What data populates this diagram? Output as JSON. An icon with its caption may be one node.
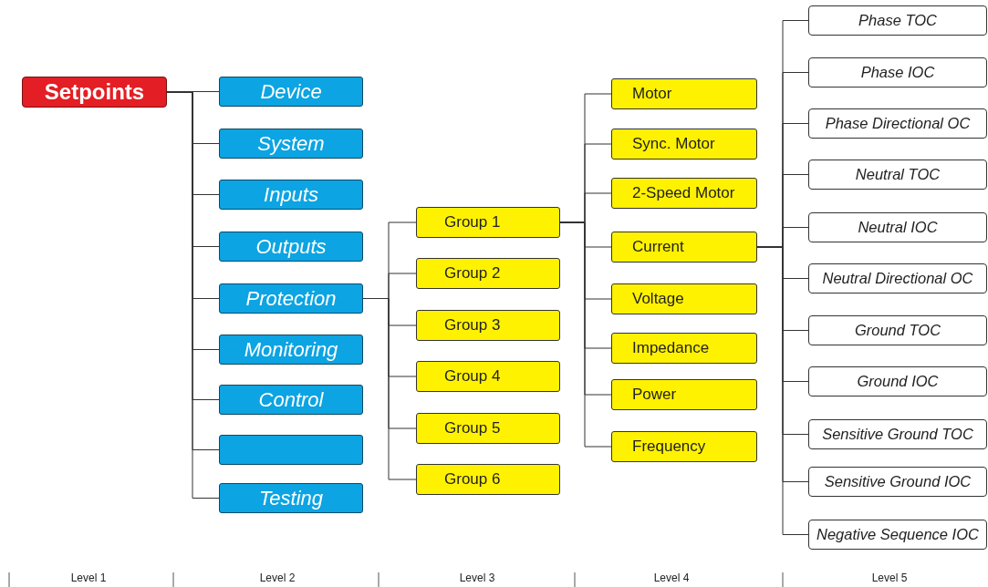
{
  "diagram": {
    "nodes": [
      {
        "text": [
          "Setpoints"
        ]
      },
      {
        "text": [
          "Device"
        ]
      },
      {
        "text": [
          "System"
        ]
      },
      {
        "text": [
          "Inputs"
        ]
      },
      {
        "text": [
          "Outputs"
        ]
      },
      {
        "text": [
          "Protection"
        ]
      },
      {
        "text": [
          "Monitoring"
        ]
      },
      {
        "text": [
          "Control"
        ]
      },
      {
        "text": [],
        "shape": "box"
      },
      {
        "text": [
          "Testing"
        ]
      },
      {
        "text": [
          "Group 1"
        ]
      },
      {
        "text": [
          "Group 2"
        ]
      },
      {
        "text": [
          "Group 3"
        ]
      },
      {
        "text": [
          "Group 4"
        ]
      },
      {
        "text": [
          "Group 5"
        ]
      },
      {
        "text": [
          "Group 6"
        ]
      },
      {
        "text": [
          "Motor"
        ]
      },
      {
        "text": [
          "Sync. Motor"
        ]
      },
      {
        "text": [
          "2-Speed Motor"
        ]
      },
      {
        "text": [
          "Current"
        ]
      },
      {
        "text": [
          "Voltage"
        ]
      },
      {
        "text": [
          "Impedance"
        ]
      },
      {
        "text": [
          "Power"
        ]
      },
      {
        "text": [
          "Frequency"
        ]
      },
      {
        "text": [
          "Phase TOC"
        ]
      },
      {
        "text": [
          "Phase IOC"
        ]
      },
      {
        "text": [
          "Phase Directional OC"
        ]
      },
      {
        "text": [
          "Neutral TOC"
        ]
      },
      {
        "text": [
          "Neutral IOC"
        ]
      },
      {
        "text": [
          "Neutral Directional OC"
        ]
      },
      {
        "text": [
          "Ground TOC"
        ]
      },
      {
        "text": [
          "Ground IOC"
        ]
      },
      {
        "text": [
          "Sensitive Ground TOC"
        ]
      },
      {
        "text": [
          "Sensitive Ground IOC"
        ]
      },
      {
        "text": [
          "Negative Sequence IOC"
        ]
      }
    ],
    "edges": [
      {
        "from": 0,
        "to": 1,
        "arrow": "none"
      },
      {
        "from": 0,
        "to": 2,
        "arrow": "none"
      },
      {
        "from": 0,
        "to": 3,
        "arrow": "none"
      },
      {
        "from": 0,
        "to": 4,
        "arrow": "none"
      },
      {
        "from": 0,
        "to": 5,
        "arrow": "none"
      },
      {
        "from": 0,
        "to": 6,
        "arrow": "none"
      },
      {
        "from": 0,
        "to": 7,
        "arrow": "none"
      },
      {
        "from": 0,
        "to": 8,
        "arrow": "none"
      },
      {
        "from": 0,
        "to": 9,
        "arrow": "none"
      },
      {
        "from": 5,
        "to": 10,
        "arrow": "none"
      },
      {
        "from": 5,
        "to": 11,
        "arrow": "none"
      },
      {
        "from": 5,
        "to": 12,
        "arrow": "none"
      },
      {
        "from": 5,
        "to": 13,
        "arrow": "none"
      },
      {
        "from": 5,
        "to": 14,
        "arrow": "none"
      },
      {
        "from": 5,
        "to": 15,
        "arrow": "none"
      },
      {
        "from": 10,
        "to": 16,
        "arrow": "none"
      },
      {
        "from": 10,
        "to": 17,
        "arrow": "none"
      },
      {
        "from": 10,
        "to": 18,
        "arrow": "none"
      },
      {
        "from": 10,
        "to": 19,
        "arrow": "none"
      },
      {
        "from": 10,
        "to": 20,
        "arrow": "none"
      },
      {
        "from": 10,
        "to": 21,
        "arrow": "none"
      },
      {
        "from": 10,
        "to": 22,
        "arrow": "none"
      },
      {
        "from": 10,
        "to": 23,
        "arrow": "none"
      },
      {
        "from": 19,
        "to": 24,
        "arrow": "none"
      },
      {
        "from": 19,
        "to": 25,
        "arrow": "none"
      },
      {
        "from": 19,
        "to": 26,
        "arrow": "none"
      },
      {
        "from": 19,
        "to": 27,
        "arrow": "none"
      },
      {
        "from": 19,
        "to": 28,
        "arrow": "none"
      },
      {
        "from": 19,
        "to": 29,
        "arrow": "none"
      },
      {
        "from": 19,
        "to": 30,
        "arrow": "none"
      },
      {
        "from": 19,
        "to": 31,
        "arrow": "none"
      },
      {
        "from": 19,
        "to": 32,
        "arrow": "none"
      },
      {
        "from": 19,
        "to": 33,
        "arrow": "none"
      },
      {
        "from": 19,
        "to": 34,
        "arrow": "none"
      }
    ],
    "labels": [
      "Level 1",
      "Level 2",
      "Level 3",
      "Level 4",
      "Level 5"
    ]
  }
}
